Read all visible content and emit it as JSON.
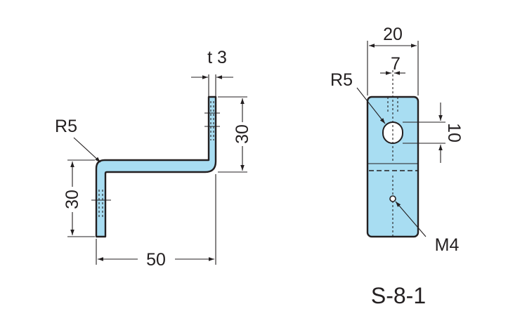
{
  "side_view": {
    "thickness_label": "t 3",
    "radius_label": "R5",
    "height_upper_label": "30",
    "height_lower_label": "30",
    "width_label": "50"
  },
  "front_view": {
    "width_label": "20",
    "hole_offset_label": "7",
    "radius_label": "R5",
    "slot_length_label": "10",
    "tap_label": "M4"
  },
  "part_id": "S-8-1",
  "colors": {
    "part_fill": "#a8ddf2",
    "line": "#231f20"
  }
}
